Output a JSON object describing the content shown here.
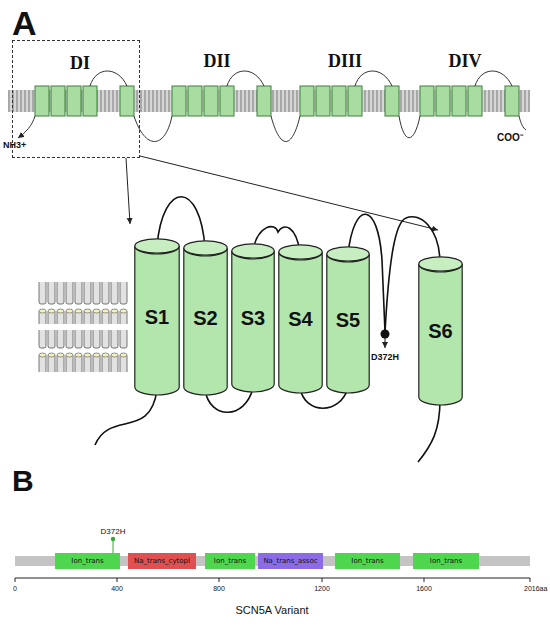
{
  "diagram": {
    "nodes": [
      {
        "text": [
          "DI"
        ]
      },
      {
        "text": [
          "S1"
        ]
      },
      {
        "text": [
          "S2"
        ]
      },
      {
        "text": [
          "S3"
        ]
      },
      {
        "text": [
          "S4"
        ]
      },
      {
        "text": [
          "S5"
        ]
      },
      {
        "text": [
          "S6"
        ]
      },
      {
        "text": [
          "Ion_trans"
        ]
      },
      {
        "text": [
          "Na_trans_cytopl"
        ]
      },
      {
        "text": [
          "Ion_trans"
        ]
      },
      {
        "text": [
          "Na_trans_assoc"
        ]
      },
      {
        "text": [
          "Ion_trans"
        ]
      },
      {
        "text": [
          "Ion_trans"
        ]
      }
    ],
    "labels": [
      "A",
      "DII",
      "DIII",
      "DIV",
      "NH3+",
      "COO⁻",
      "D372H",
      "B",
      "D372H",
      "0",
      "400",
      "800",
      "1200",
      "1600",
      "2016aa",
      "SCN5A Variant"
    ]
  }
}
